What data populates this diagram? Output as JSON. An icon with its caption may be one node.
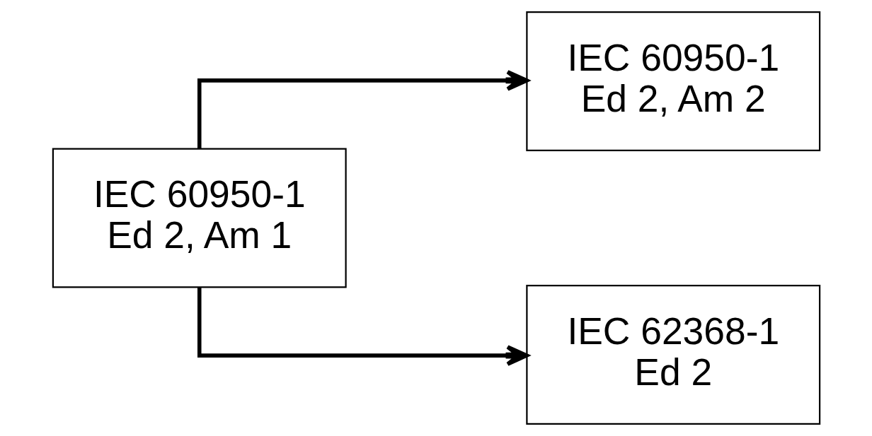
{
  "diagram": {
    "nodes": [
      {
        "text": [
          "IEC 60950-1",
          "Ed 2, Am 1"
        ]
      },
      {
        "text": [
          "IEC 60950-1",
          "Ed 2, Am 2"
        ]
      },
      {
        "text": [
          "IEC 62368-1",
          "Ed 2"
        ]
      }
    ],
    "edges": [
      {
        "from": 0,
        "to": 1,
        "arrow": "to"
      },
      {
        "from": 0,
        "to": 2,
        "arrow": "to"
      }
    ]
  }
}
